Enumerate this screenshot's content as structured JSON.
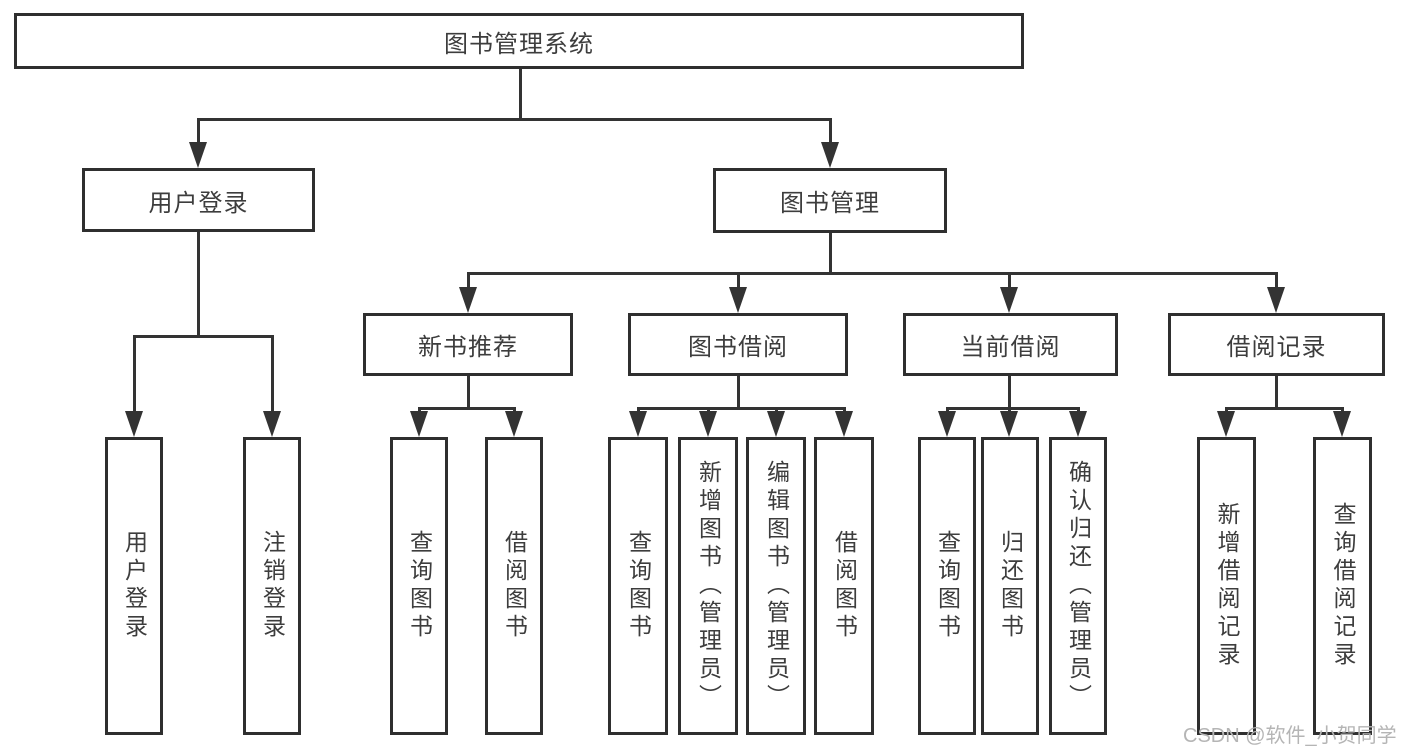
{
  "tree": {
    "root": {
      "label": "图书管理系统",
      "children": [
        {
          "label": "用户登录",
          "children": [
            {
              "label": "用户登录"
            },
            {
              "label": "注销登录"
            }
          ]
        },
        {
          "label": "图书管理",
          "children": [
            {
              "label": "新书推荐",
              "children": [
                {
                  "label": "查询图书"
                },
                {
                  "label": "借阅图书"
                }
              ]
            },
            {
              "label": "图书借阅",
              "children": [
                {
                  "label": "查询图书"
                },
                {
                  "label": "新增图书（管理员）"
                },
                {
                  "label": "编辑图书（管理员）"
                },
                {
                  "label": "借阅图书"
                }
              ]
            },
            {
              "label": "当前借阅",
              "children": [
                {
                  "label": "查询图书"
                },
                {
                  "label": "归还图书"
                },
                {
                  "label": "确认归还（管理员）"
                }
              ]
            },
            {
              "label": "借阅记录",
              "children": [
                {
                  "label": "新增借阅记录"
                },
                {
                  "label": "查询借阅记录"
                }
              ]
            }
          ]
        }
      ]
    }
  },
  "watermark": {
    "text": "CSDN @软件_小贺同学"
  },
  "colors": {
    "line": "#333333",
    "box_border": "#2f2f2f",
    "text": "#3d3d3d",
    "background": "#ffffff",
    "watermark": "#b5b5b5"
  }
}
